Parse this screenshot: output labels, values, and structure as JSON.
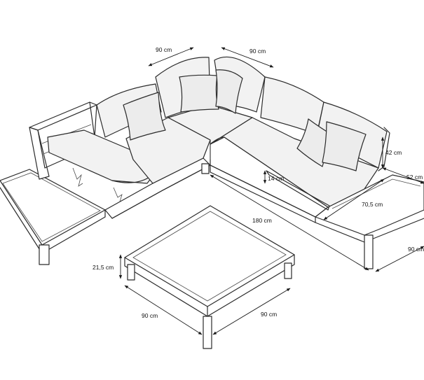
{
  "dimensions": {
    "back_left_width": "90 cm",
    "back_right_width": "90 cm",
    "seat_back_height": "42 cm",
    "side_table_depth": "52 cm",
    "seat_height_step": "14 cm",
    "seat_depth": "70,5 cm",
    "total_length": "180 cm",
    "right_depth": "90 cm",
    "table_height": "21,5 cm",
    "table_width_left": "90 cm",
    "table_width_right": "90 cm"
  },
  "colors": {
    "line": "#2b2b2b",
    "cushion": "#f2f2f2",
    "background": "#ffffff"
  }
}
